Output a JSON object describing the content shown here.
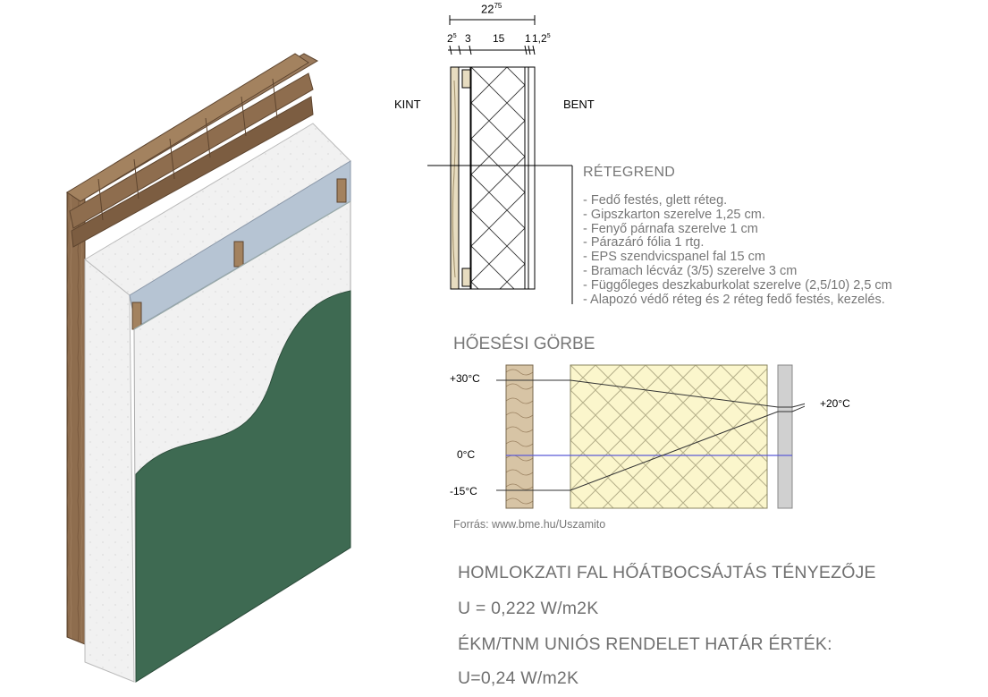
{
  "section": {
    "total_dim": "22",
    "total_dim_sup": "75",
    "dims": [
      {
        "main": "2",
        "sup": "5"
      },
      {
        "main": "3",
        "sup": ""
      },
      {
        "main": "15",
        "sup": ""
      },
      {
        "main": "1",
        "sup": ""
      },
      {
        "main": "1,2",
        "sup": "5"
      }
    ],
    "outside_label": "KINT",
    "inside_label": "BENT"
  },
  "layers": {
    "title": "RÉTEGREND",
    "items": [
      "- Fedő festés, glett réteg.",
      "- Gipszkarton szerelve 1,25 cm.",
      "- Fenyő párnafa szerelve 1 cm",
      "- Párazáró fólia 1 rtg.",
      "- EPS szendvicspanel fal 15 cm",
      "- Bramach lécváz (3/5) szerelve 3 cm",
      "- Függőleges deszkaburkolat szerelve (2,5/10) 2,5 cm",
      "- Alapozó védő réteg és 2 réteg fedő festés, kezelés."
    ]
  },
  "curve": {
    "title": "HŐESÉSI GÖRBE",
    "t_outside_summer": "+30°C",
    "t_zero": "0°C",
    "t_outside_winter": "-15°C",
    "t_inside": "+20°C",
    "source": "Forrás: www.bme.hu/Uszamito"
  },
  "summary": {
    "u_title": "HOMLOKZATI FAL HŐÁTBOCSÁJTÁS TÉNYEZŐJE",
    "u_value": "U = 0,222 W/m2K",
    "limit_title": "ÉKM/TNM UNIÓS RENDELET HATÁR ÉRTÉK:",
    "limit_value": "U=0,24 W/m2K"
  },
  "colors": {
    "wood": "#8e6d4e",
    "wood_dark": "#6b4f36",
    "eps": "#f1f1f1",
    "foil": "#b6c4d3",
    "gypsum_green": "#3e6a52",
    "insulation_yellow": "#fbf6cc",
    "zero_line": "#5b5bd6",
    "text_gray": "#777777"
  }
}
